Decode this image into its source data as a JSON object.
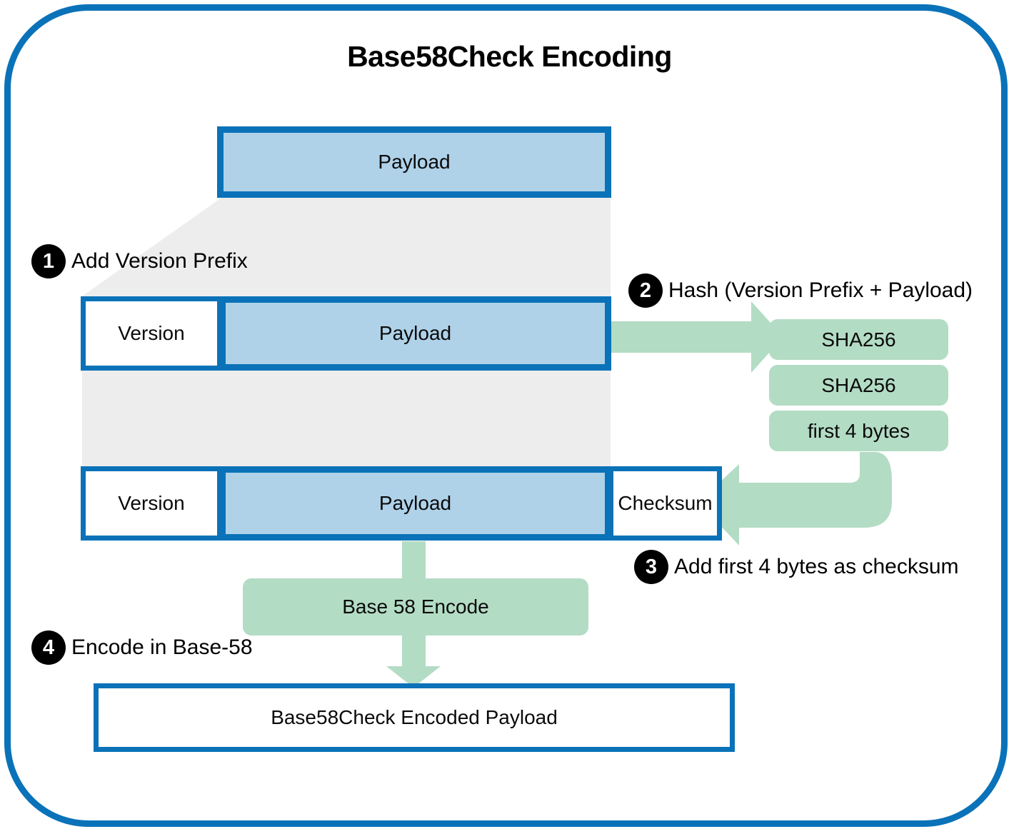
{
  "diagram": {
    "title": "Base58Check Encoding",
    "colors": {
      "frame_blue": "#0A72B8",
      "payload_fill": "#AFD2E9",
      "green_fill": "#B3DCC4",
      "gray_connector": "#EDEDED",
      "badge_black": "#000000",
      "box_white": "#FFFFFF"
    }
  },
  "rows": {
    "row1": {
      "payload_label": "Payload"
    },
    "row2": {
      "version_label": "Version",
      "payload_label": "Payload"
    },
    "row3": {
      "version_label": "Version",
      "payload_label": "Payload",
      "checksum_label": "Checksum"
    },
    "row4": {
      "output_label": "Base58Check Encoded Payload"
    }
  },
  "hash_chain": [
    {
      "label": "SHA256"
    },
    {
      "label": "SHA256"
    },
    {
      "label": "first 4 bytes"
    }
  ],
  "encode_box": {
    "label": "Base 58 Encode"
  },
  "steps": [
    {
      "number": "1",
      "label": "Add Version Prefix"
    },
    {
      "number": "2",
      "label": "Hash (Version Prefix + Payload)"
    },
    {
      "number": "3",
      "label": "Add first 4 bytes as checksum"
    },
    {
      "number": "4",
      "label": "Encode in Base-58"
    }
  ]
}
